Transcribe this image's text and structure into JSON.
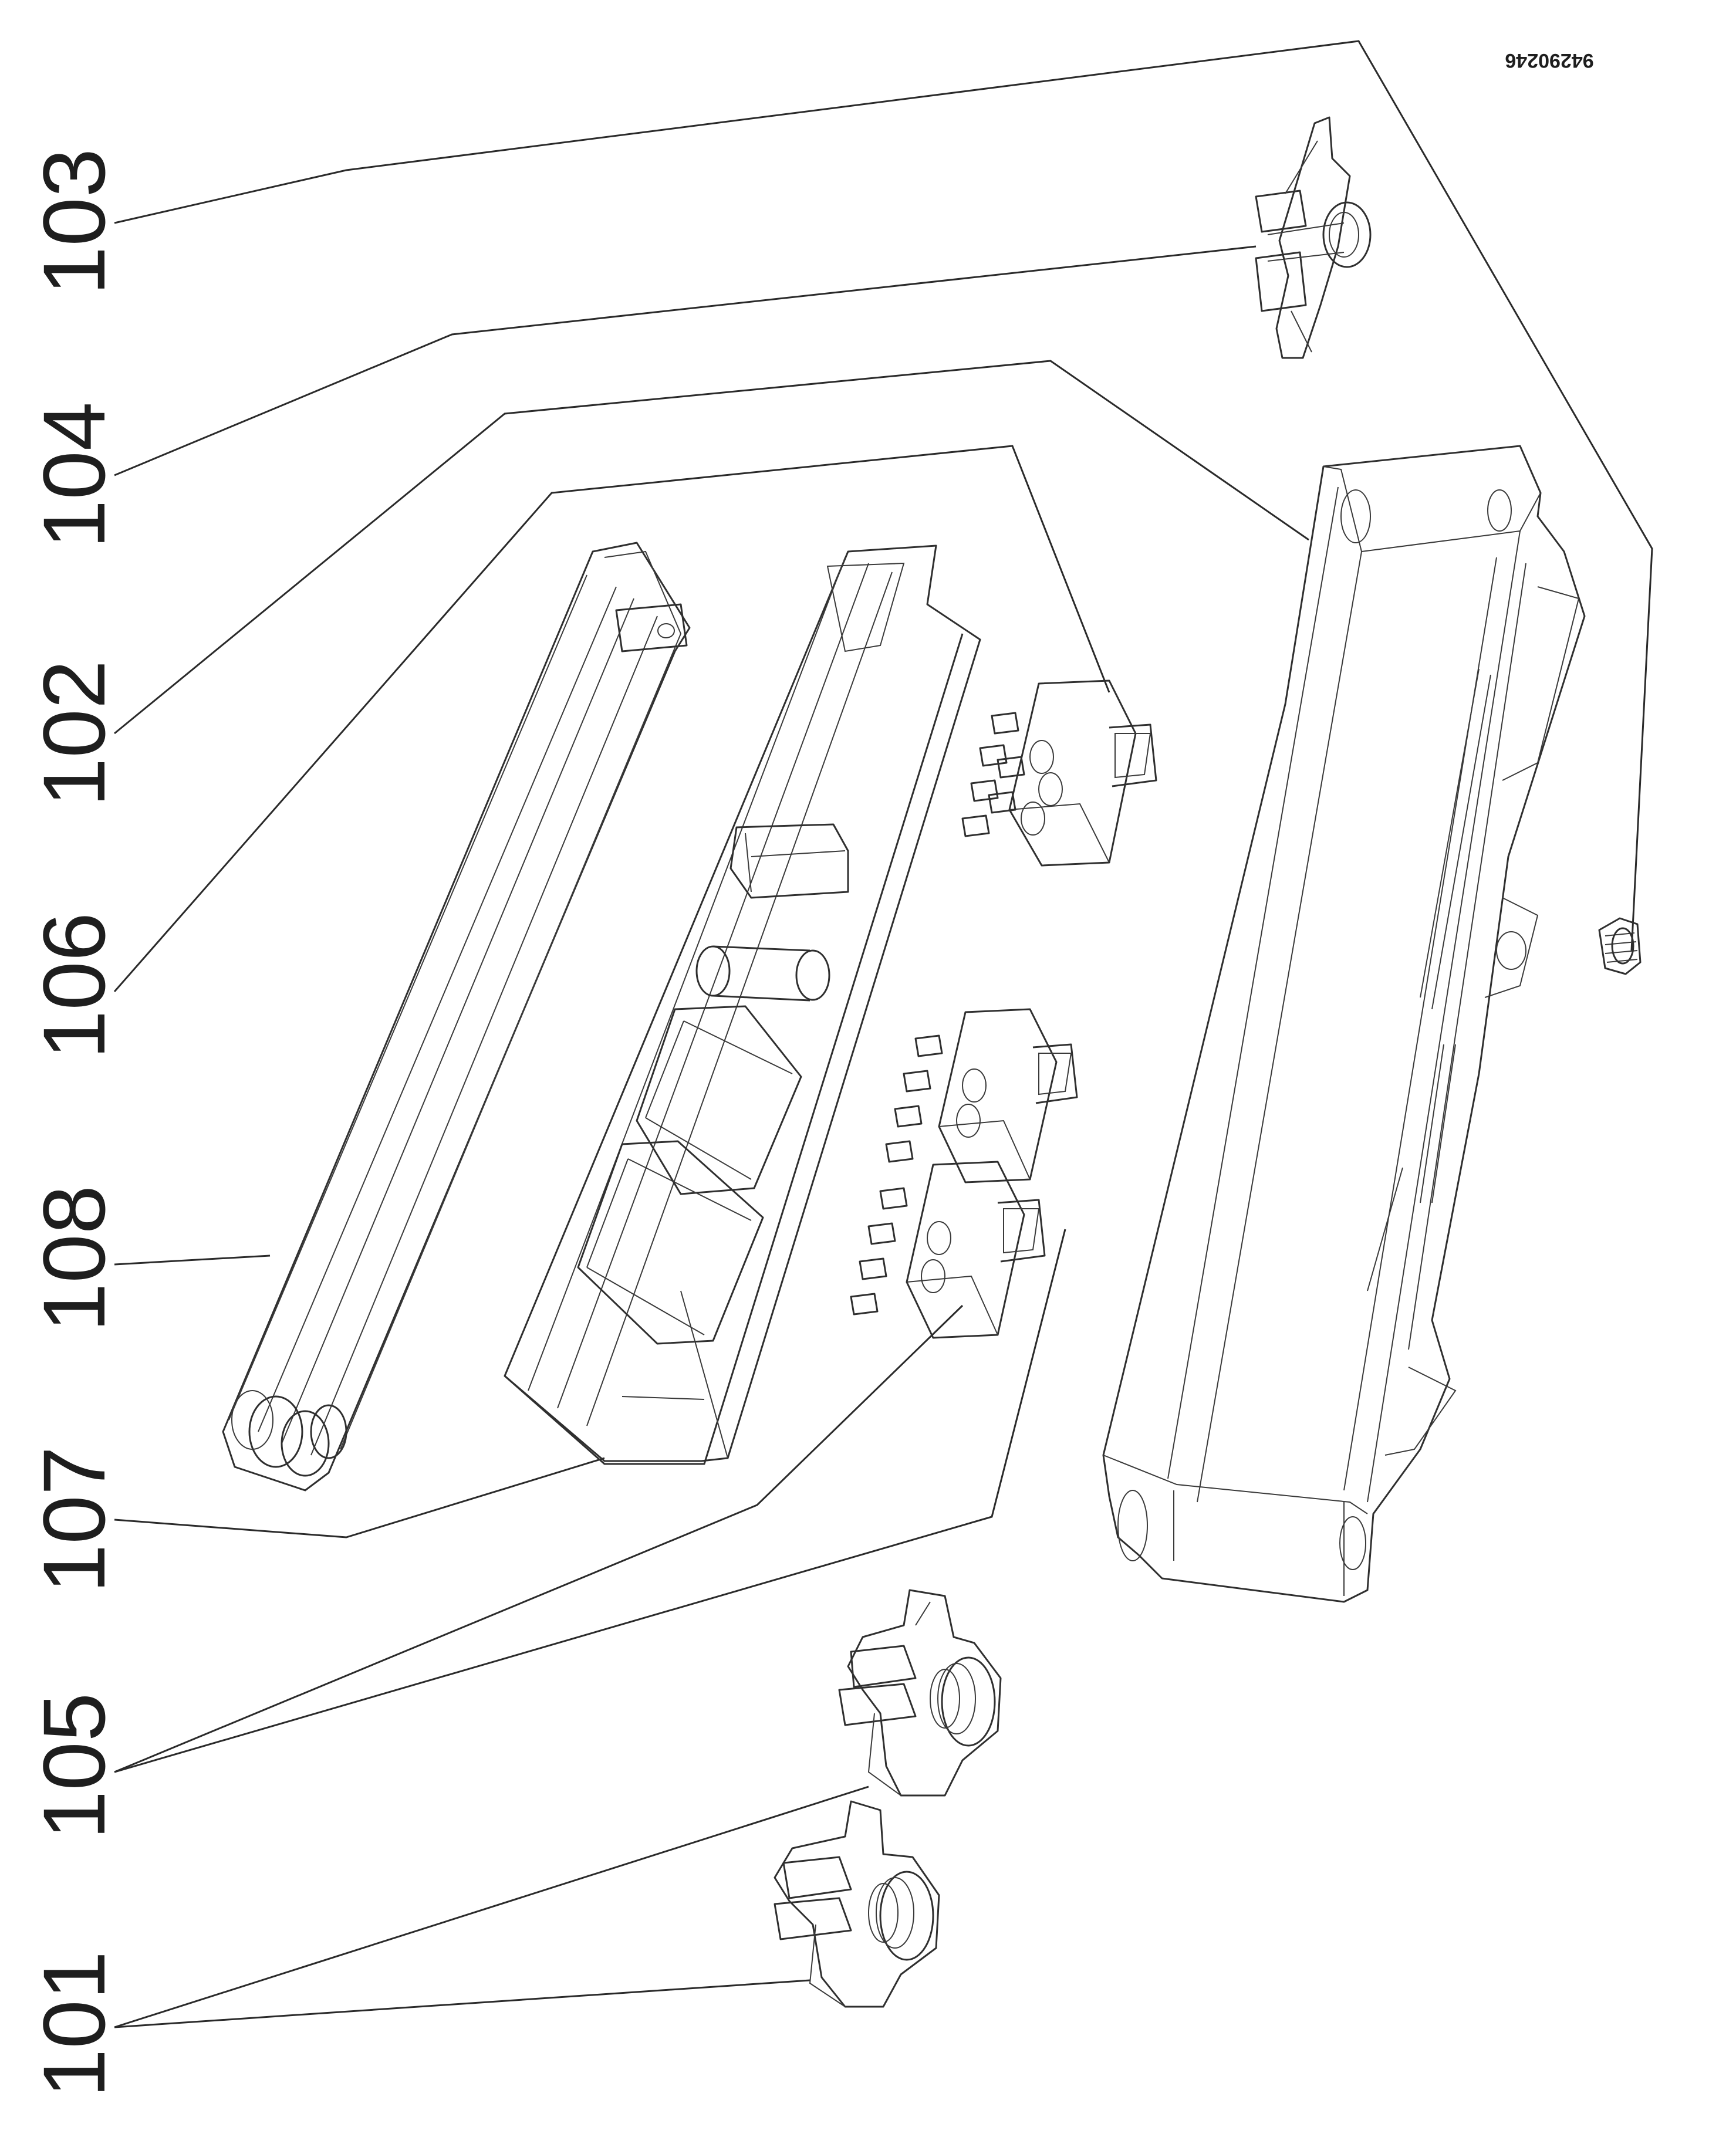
{
  "document_id": "94290246",
  "callouts": [
    {
      "id": "103",
      "text": "103"
    },
    {
      "id": "104",
      "text": "104"
    },
    {
      "id": "102",
      "text": "102"
    },
    {
      "id": "106",
      "text": "106"
    },
    {
      "id": "108",
      "text": "108"
    },
    {
      "id": "107",
      "text": "107"
    },
    {
      "id": "105",
      "text": "105"
    },
    {
      "id": "101",
      "text": "101"
    }
  ],
  "parts": [
    {
      "ref": "101",
      "icon": "cam-knob-icon"
    },
    {
      "ref": "102",
      "icon": "housing-tray-icon"
    },
    {
      "ref": "103",
      "icon": "knob-cap-icon"
    },
    {
      "ref": "104",
      "icon": "cam-knob-icon"
    },
    {
      "ref": "105",
      "icon": "switch-icon"
    },
    {
      "ref": "106",
      "icon": "switch-icon"
    },
    {
      "ref": "107",
      "icon": "control-panel-frame-icon"
    },
    {
      "ref": "108",
      "icon": "cover-strip-icon"
    }
  ]
}
